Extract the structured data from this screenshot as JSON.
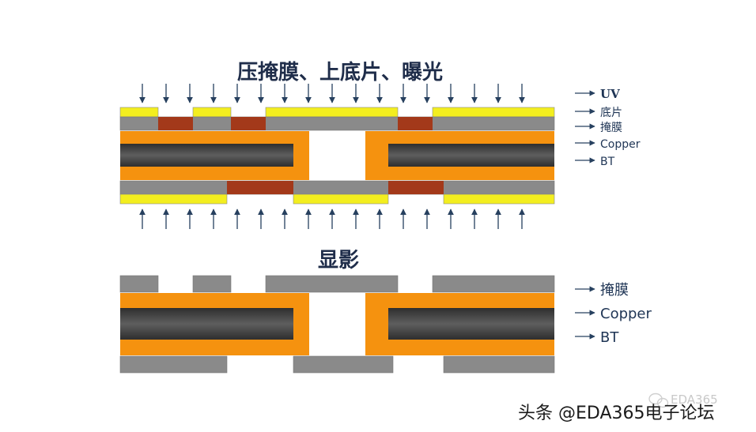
{
  "top_panel": {
    "title": "压掩膜、上底片、曝光",
    "labels": {
      "uv": "UV",
      "film": "底片",
      "mask": "掩膜",
      "copper": "Copper",
      "bt": "BT"
    }
  },
  "bottom_panel": {
    "title": "显影",
    "labels": {
      "mask": "掩膜",
      "copper": "Copper",
      "bt": "BT"
    }
  },
  "watermark": {
    "text": "头条 @EDA365电子论坛",
    "faint_text": "EDA365"
  },
  "colors": {
    "film_yellow": "#f3ee1f",
    "mask_gray": "#8a8a8a",
    "exposed_brown": "#a3391a",
    "copper_orange": "#f5920f",
    "bt_dark": "#3c3c3c",
    "arrow": "#27405f"
  }
}
